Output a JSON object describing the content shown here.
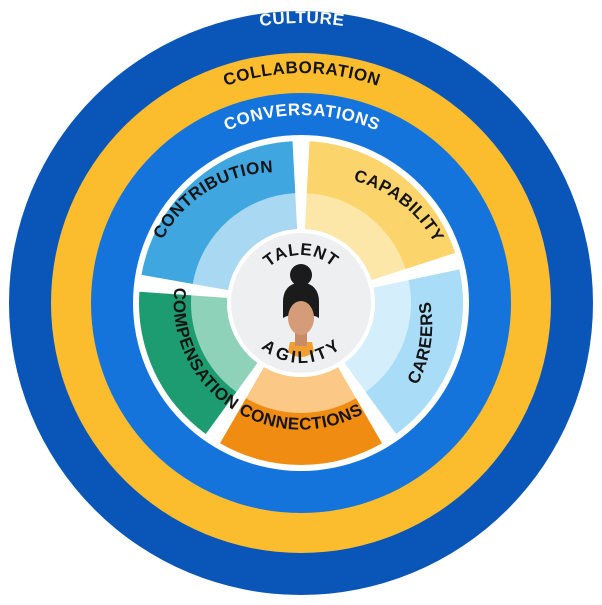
{
  "rings": [
    {
      "label": "CULTURE",
      "color": "#0a56b8",
      "text_color": "#ffffff"
    },
    {
      "label": "COLLABORATION",
      "color": "#fbbd2e",
      "text_color": "#141414"
    },
    {
      "label": "CONVERSATIONS",
      "color": "#1574dc",
      "text_color": "#ffffff"
    }
  ],
  "segments": [
    {
      "label": "CONTRIBUTION",
      "outer_color": "#3fa6df",
      "inner_color": "#a9d8f3"
    },
    {
      "label": "CAPABILITY",
      "outer_color": "#fbd46b",
      "inner_color": "#fde7a8"
    },
    {
      "label": "CAREERS",
      "outer_color": "#a8dcf7",
      "inner_color": "#d4eefb"
    },
    {
      "label": "CONNECTIONS",
      "outer_color": "#f08c12",
      "inner_color": "#fbc885"
    },
    {
      "label": "COMPENSATION",
      "outer_color": "#1d9c72",
      "inner_color": "#8fd2ba"
    }
  ],
  "core": {
    "top_label": "TALENT",
    "bottom_label": "AGILITY",
    "color": "#eeeff1",
    "icon": "person-avatar-icon"
  }
}
